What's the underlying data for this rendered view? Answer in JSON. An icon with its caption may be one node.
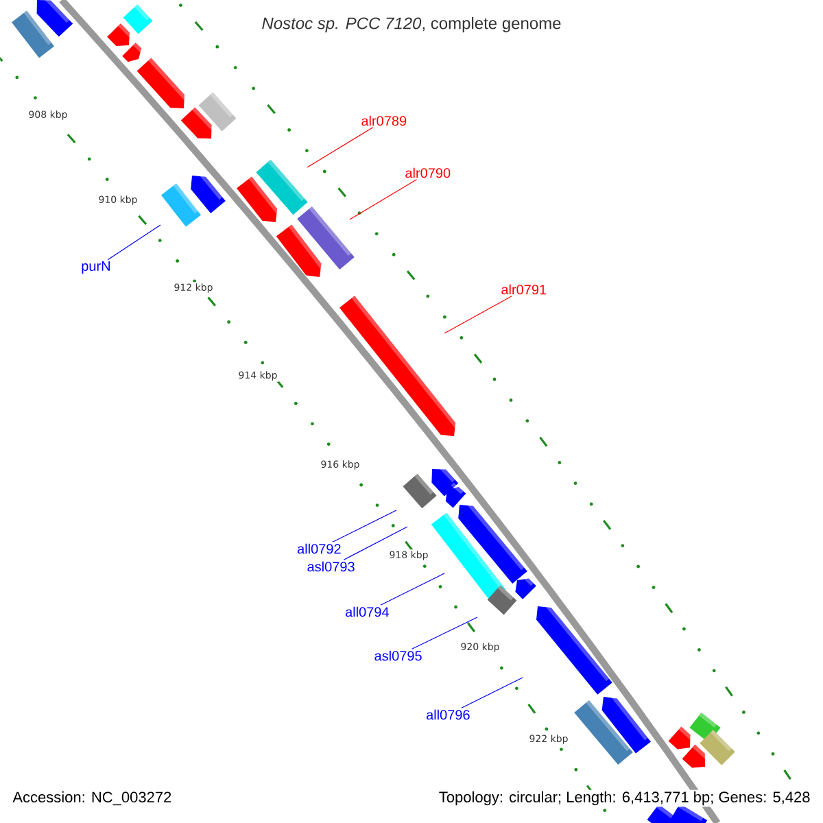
{
  "diagram": {
    "title": "*Nostoc sp. PCC 7120*, complete genome",
    "nodes": [
      {
        "text": [
          "alr0789"
        ]
      },
      {
        "text": [
          "alr0790"
        ]
      },
      {
        "text": [
          "alr0791"
        ]
      },
      {
        "text": [
          "purN"
        ]
      },
      {
        "text": [
          "all0792"
        ]
      },
      {
        "text": [
          "asl0793"
        ]
      },
      {
        "text": [
          "all0794"
        ]
      },
      {
        "text": [
          "asl0795"
        ]
      },
      {
        "text": [
          "all0796"
        ]
      }
    ],
    "edges": [
      {
        "from": 0,
        "to": null,
        "arrow": "none",
        "color": "#ff0000"
      },
      {
        "from": 1,
        "to": null,
        "arrow": "none",
        "color": "#ff0000"
      },
      {
        "from": 2,
        "to": null,
        "arrow": "none",
        "color": "#ff0000"
      },
      {
        "from": 3,
        "to": null,
        "arrow": "none"
      },
      {
        "from": 4,
        "to": null,
        "arrow": "none"
      },
      {
        "from": 5,
        "to": null,
        "arrow": "none"
      },
      {
        "from": 6,
        "to": null,
        "arrow": "none"
      },
      {
        "from": 7,
        "to": null,
        "arrow": "none"
      },
      {
        "from": 8,
        "to": null,
        "arrow": "none"
      }
    ],
    "labels": [
      "908 kbp",
      "910 kbp",
      "912 kbp",
      "914 kbp",
      "916 kbp",
      "918 kbp",
      "920 kbp",
      "922 kbp",
      "Accession: NC_003272",
      "Topology: circular; Length: 6,413,771 bp; Genes: 5,428"
    ]
  }
}
